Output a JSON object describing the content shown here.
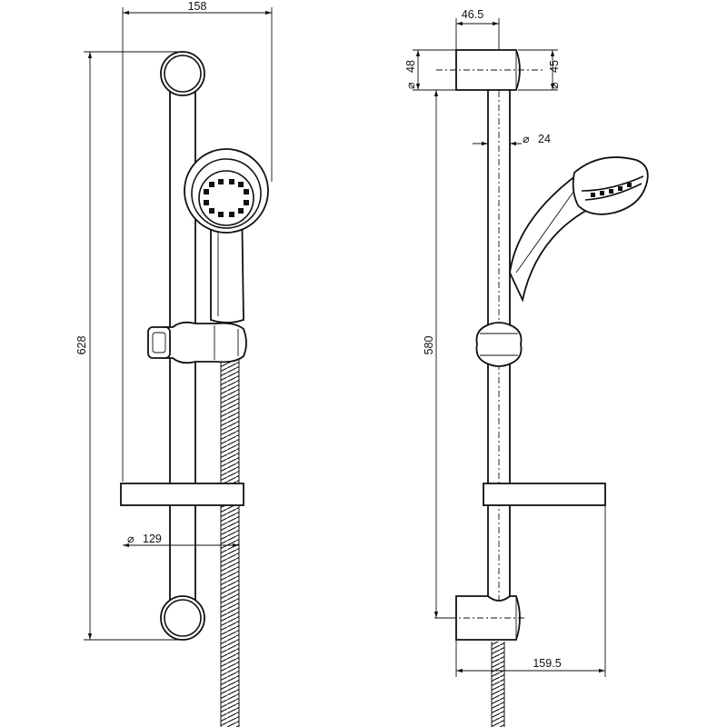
{
  "dimensions": {
    "left_width": "158",
    "left_height": "628",
    "left_diameter_label": "129",
    "right_top_width": "46.5",
    "right_diameter_48": "48",
    "right_diameter_45": "45",
    "right_diameter_24": "24",
    "right_height": "580",
    "right_bottom_width": "159.5"
  },
  "symbols": {
    "diameter": "⌀"
  }
}
